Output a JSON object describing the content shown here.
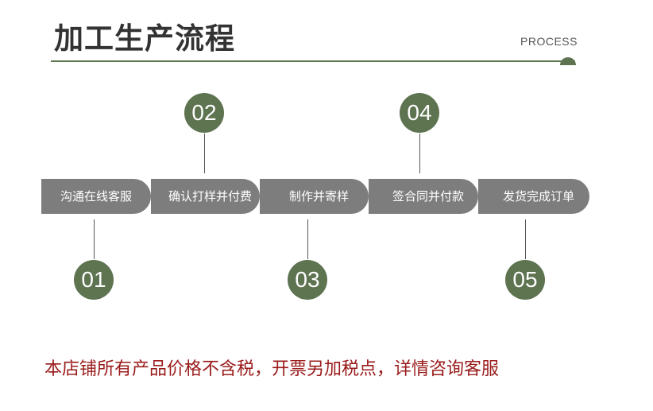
{
  "header": {
    "title": "加工生产流程",
    "subtitle": "PROCESS"
  },
  "colors": {
    "accent": "#5e7350",
    "step_bg": "#7d7d7d",
    "notice": "#9a1b1b"
  },
  "steps": [
    {
      "number": "01",
      "label": "沟通在线客服"
    },
    {
      "number": "02",
      "label": "确认打样并付费"
    },
    {
      "number": "03",
      "label": "制作并寄样"
    },
    {
      "number": "04",
      "label": "签合同并付款"
    },
    {
      "number": "05",
      "label": "发货完成订单"
    }
  ],
  "notice": "本店铺所有产品价格不含税，开票另加税点，详情咨询客服"
}
